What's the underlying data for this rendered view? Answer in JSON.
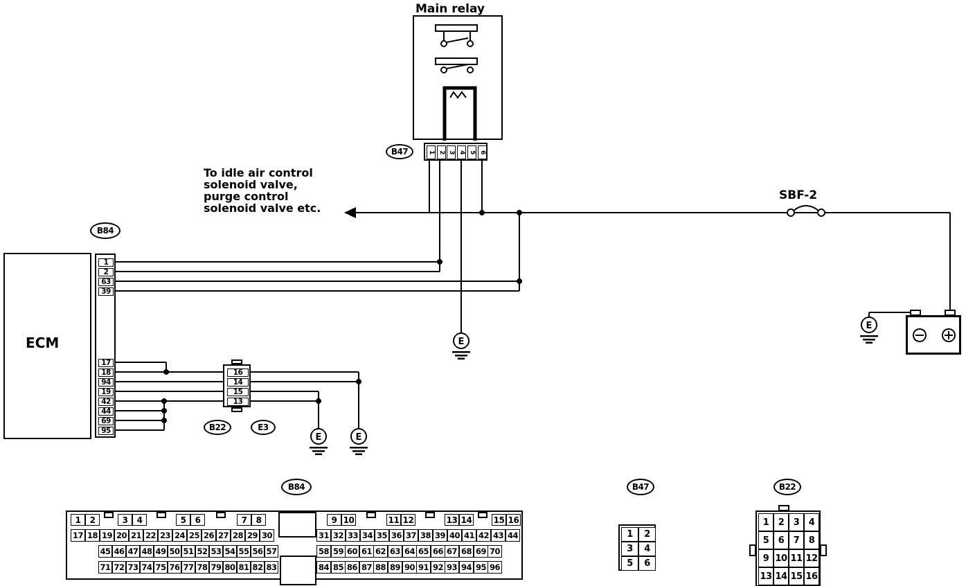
{
  "labels": {
    "main_relay": "Main relay",
    "ecm": "ECM",
    "sbf2": "SBF-2",
    "ground": "E",
    "arrow_note_lines": [
      "To idle air control",
      "solenoid valve,",
      "purge control",
      "solenoid valve etc."
    ]
  },
  "ovals": {
    "b47_top": "B47",
    "b84_top": "B84",
    "b22_mid": "B22",
    "e3_mid": "E3",
    "b84_bottom": "B84",
    "b47_bottom": "B47",
    "b22_bottom": "B22"
  },
  "ecm_connector": {
    "top_pins": [
      "1",
      "2",
      "63",
      "39"
    ],
    "bottom_pins": [
      "17",
      "18",
      "94",
      "19",
      "42",
      "44",
      "69",
      "95"
    ]
  },
  "relay_strip_pins": [
    "1",
    "2",
    "3",
    "4",
    "5",
    "6"
  ],
  "e3_connector_pins": [
    "16",
    "14",
    "15",
    "13"
  ],
  "b84_view": {
    "row1_pairs": [
      [
        "1",
        "2"
      ],
      [
        "3",
        "4"
      ],
      [
        "5",
        "6"
      ],
      [
        "7",
        "8"
      ],
      [
        "9",
        "10"
      ],
      [
        "11",
        "12"
      ],
      [
        "13",
        "14"
      ],
      [
        "15",
        "16"
      ]
    ],
    "row2_left": [
      "17",
      "18",
      "19",
      "20",
      "21",
      "22",
      "23",
      "24",
      "25",
      "26",
      "27",
      "28",
      "29",
      "30"
    ],
    "row2_right": [
      "31",
      "32",
      "33",
      "34",
      "35",
      "36",
      "37",
      "38",
      "39",
      "40",
      "41",
      "42",
      "43",
      "44"
    ],
    "row3_left": [
      "45",
      "46",
      "47",
      "48",
      "49",
      "50",
      "51",
      "52",
      "53",
      "54",
      "55",
      "56",
      "57"
    ],
    "row3_right": [
      "58",
      "59",
      "60",
      "61",
      "62",
      "63",
      "64",
      "65",
      "66",
      "67",
      "68",
      "69",
      "70"
    ],
    "row4_left": [
      "71",
      "72",
      "73",
      "74",
      "75",
      "76",
      "77",
      "78",
      "79",
      "80",
      "81",
      "82",
      "83"
    ],
    "row4_right": [
      "84",
      "85",
      "86",
      "87",
      "88",
      "89",
      "90",
      "91",
      "92",
      "93",
      "94",
      "95",
      "96"
    ]
  },
  "b47_view": {
    "rows": [
      [
        "1",
        "2"
      ],
      [
        "3",
        "4"
      ],
      [
        "5",
        "6"
      ]
    ]
  },
  "b22_view": {
    "rows": [
      [
        "1",
        "2",
        "3",
        "4"
      ],
      [
        "5",
        "6",
        "7",
        "8"
      ],
      [
        "9",
        "10",
        "11",
        "12"
      ],
      [
        "13",
        "14",
        "15",
        "16"
      ]
    ]
  },
  "colors": {
    "ink": "#000000",
    "paper": "#ffffff"
  }
}
